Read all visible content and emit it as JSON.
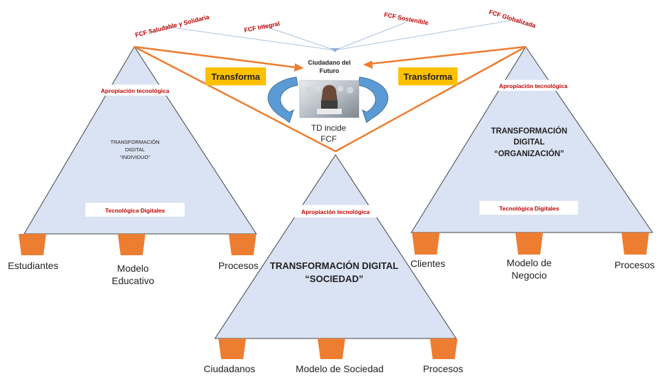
{
  "colors": {
    "triangle_fill": "#dae3f3",
    "triangle_stroke": "#404040",
    "orange": "#ed7d31",
    "thin_line": "#8fb0d8",
    "label_red": "#c00000",
    "transforma_box": "#ffc000",
    "curved_arrow": "#5b9bd5"
  },
  "fcf_labels": [
    "FCF Saludable y Solidaria",
    "FCF Integral",
    "FCF Sostenible",
    "FCF Globalizada"
  ],
  "center": {
    "title_line1": "Ciudadano del",
    "title_line2": "Futuro",
    "caption_line1": "TD incide",
    "caption_line2": "FCF",
    "left_arrow_label": "Transforma",
    "right_arrow_label": "Transforma"
  },
  "left_triangle": {
    "appropriation": "Apropiación tecnológica",
    "title_line1": "TRANSFORMACIÓN",
    "title_line2": "DIGITAL",
    "title_line3": "“INDIVIDUO”",
    "box_label": "Tecnológica Digitales",
    "base_labels": [
      "Estudiantes",
      "Modelo",
      "Educativo",
      "Procesos"
    ]
  },
  "right_triangle": {
    "appropriation": "Apropiación tecnológica",
    "title_line1": "TRANSFORMACIÓN",
    "title_line2": "DIGITAL",
    "title_line3": "“ORGANIZACIÓN”",
    "box_label": "Tecnológica Digitales",
    "base_labels": [
      "Clientes",
      "Modelo de",
      "Negocio",
      "Procesos"
    ]
  },
  "bottom_triangle": {
    "appropriation": "Apropiación tecnológica",
    "title_line1": "TRANSFORMACIÓN DIGITAL",
    "title_line2": "“SOCIEDAD”",
    "base_labels": [
      "Ciudadanos",
      "Modelo de Sociedad",
      "Procesos"
    ]
  }
}
